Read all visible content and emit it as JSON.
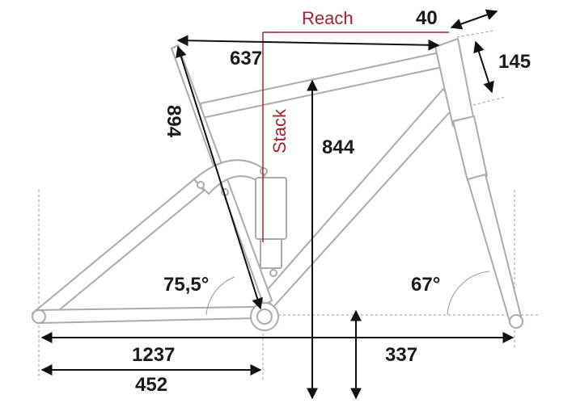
{
  "labels": {
    "reach_label": "Reach",
    "stack_label": "Stack",
    "reach_value": "40",
    "top_tube": "637",
    "head_tube": "145",
    "seat_tube": "894",
    "stack_value": "844",
    "seat_angle": "75,5°",
    "head_angle": "67°",
    "wheelbase": "1237",
    "bb_drop": "337",
    "chainstay": "452"
  },
  "colors": {
    "frame": "#b3a8a8",
    "dimension": "#111111",
    "highlight": "#a3232f",
    "guide": "#9a9a9a"
  }
}
